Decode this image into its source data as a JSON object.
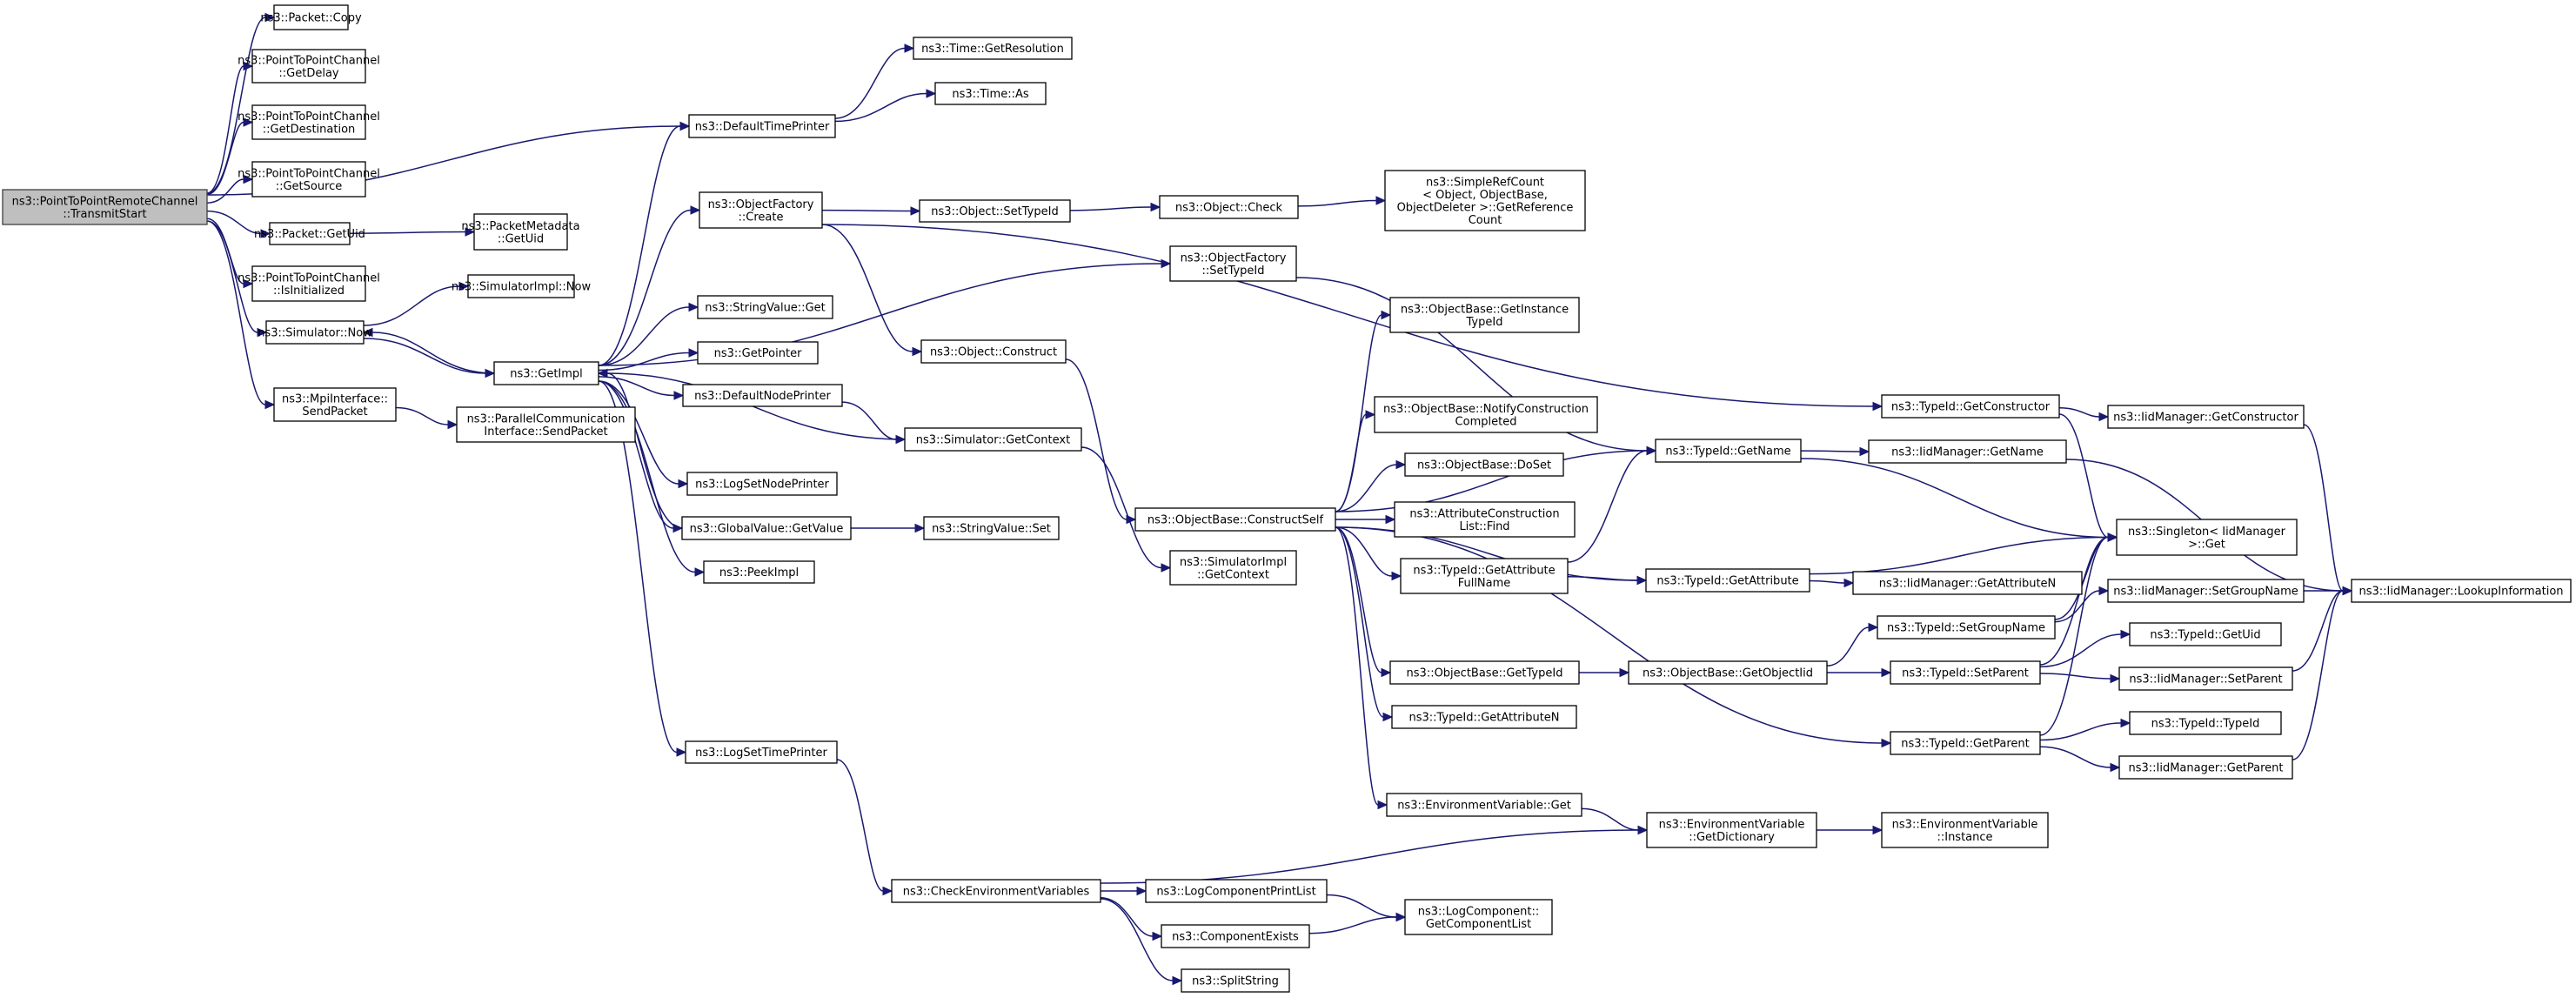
{
  "graph": {
    "edge_color": "#191970",
    "root_fill": "#bfbfbf",
    "nodes": [
      {
        "id": "root",
        "lines": [
          "ns3::PointToPointRemoteChannel",
          "::TransmitStart"
        ],
        "root": true
      },
      {
        "id": "pkt_copy",
        "lines": [
          "ns3::Packet::Copy"
        ]
      },
      {
        "id": "p2p_delay",
        "lines": [
          "ns3::PointToPointChannel",
          "::GetDelay"
        ]
      },
      {
        "id": "p2p_dest",
        "lines": [
          "ns3::PointToPointChannel",
          "::GetDestination"
        ]
      },
      {
        "id": "p2p_src",
        "lines": [
          "ns3::PointToPointChannel",
          "::GetSource"
        ]
      },
      {
        "id": "pkt_uid",
        "lines": [
          "ns3::Packet::GetUid"
        ]
      },
      {
        "id": "pmeta_uid",
        "lines": [
          "ns3::PacketMetadata",
          "::GetUid"
        ]
      },
      {
        "id": "p2p_init",
        "lines": [
          "ns3::PointToPointChannel",
          "::IsInitialized"
        ]
      },
      {
        "id": "simimpl_now",
        "lines": [
          "ns3::SimulatorImpl::Now"
        ]
      },
      {
        "id": "sim_now",
        "lines": [
          "ns3::Simulator::Now"
        ]
      },
      {
        "id": "mpi_send",
        "lines": [
          "ns3::MpiInterface::",
          "SendPacket"
        ]
      },
      {
        "id": "pci_send",
        "lines": [
          "ns3::ParallelCommunication",
          "Interface::SendPacket"
        ]
      },
      {
        "id": "getimpl",
        "lines": [
          "ns3::GetImpl"
        ]
      },
      {
        "id": "deftime",
        "lines": [
          "ns3::DefaultTimePrinter"
        ]
      },
      {
        "id": "time_res",
        "lines": [
          "ns3::Time::GetResolution"
        ]
      },
      {
        "id": "time_as",
        "lines": [
          "ns3::Time::As"
        ]
      },
      {
        "id": "objfac_create",
        "lines": [
          "ns3::ObjectFactory",
          "::Create"
        ]
      },
      {
        "id": "strval_get",
        "lines": [
          "ns3::StringValue::Get"
        ]
      },
      {
        "id": "getpointer",
        "lines": [
          "ns3::GetPointer"
        ]
      },
      {
        "id": "defnode",
        "lines": [
          "ns3::DefaultNodePrinter"
        ]
      },
      {
        "id": "logsetnode",
        "lines": [
          "ns3::LogSetNodePrinter"
        ]
      },
      {
        "id": "globval_get",
        "lines": [
          "ns3::GlobalValue::GetValue"
        ]
      },
      {
        "id": "peekimpl",
        "lines": [
          "ns3::PeekImpl"
        ]
      },
      {
        "id": "logsettime",
        "lines": [
          "ns3::LogSetTimePrinter"
        ]
      },
      {
        "id": "obj_settid",
        "lines": [
          "ns3::Object::SetTypeId"
        ]
      },
      {
        "id": "obj_construct",
        "lines": [
          "ns3::Object::Construct"
        ]
      },
      {
        "id": "sim_getctx",
        "lines": [
          "ns3::Simulator::GetContext"
        ]
      },
      {
        "id": "strval_set",
        "lines": [
          "ns3::StringValue::Set"
        ]
      },
      {
        "id": "checkenv",
        "lines": [
          "ns3::CheckEnvironmentVariables"
        ]
      },
      {
        "id": "obj_check",
        "lines": [
          "ns3::Object::Check"
        ]
      },
      {
        "id": "simplerefcount",
        "lines": [
          "ns3::SimpleRefCount",
          "< Object, ObjectBase,",
          "ObjectDeleter >::GetReference",
          "Count"
        ]
      },
      {
        "id": "objfac_settid",
        "lines": [
          "ns3::ObjectFactory",
          "::SetTypeId"
        ]
      },
      {
        "id": "objbase_cs",
        "lines": [
          "ns3::ObjectBase::ConstructSelf"
        ]
      },
      {
        "id": "simimpl_getctx",
        "lines": [
          "ns3::SimulatorImpl",
          "::GetContext"
        ]
      },
      {
        "id": "logcomp_print",
        "lines": [
          "ns3::LogComponentPrintList"
        ]
      },
      {
        "id": "compexists",
        "lines": [
          "ns3::ComponentExists"
        ]
      },
      {
        "id": "splitstring",
        "lines": [
          "ns3::SplitString"
        ]
      },
      {
        "id": "ob_getinst",
        "lines": [
          "ns3::ObjectBase::GetInstance",
          "TypeId"
        ]
      },
      {
        "id": "ob_notify",
        "lines": [
          "ns3::ObjectBase::NotifyConstruction",
          "Completed"
        ]
      },
      {
        "id": "ob_doset",
        "lines": [
          "ns3::ObjectBase::DoSet"
        ]
      },
      {
        "id": "acl_find",
        "lines": [
          "ns3::AttributeConstruction",
          "List::Find"
        ]
      },
      {
        "id": "tid_getattrfull",
        "lines": [
          "ns3::TypeId::GetAttribute",
          "FullName"
        ]
      },
      {
        "id": "ob_gettid",
        "lines": [
          "ns3::ObjectBase::GetTypeId"
        ]
      },
      {
        "id": "tid_getattrn",
        "lines": [
          "ns3::TypeId::GetAttributeN"
        ]
      },
      {
        "id": "envvar_get",
        "lines": [
          "ns3::EnvironmentVariable::Get"
        ]
      },
      {
        "id": "logcomp_getlist",
        "lines": [
          "ns3::LogComponent::",
          "GetComponentList"
        ]
      },
      {
        "id": "tid_getname",
        "lines": [
          "ns3::TypeId::GetName"
        ]
      },
      {
        "id": "tid_getattr",
        "lines": [
          "ns3::TypeId::GetAttribute"
        ]
      },
      {
        "id": "ob_getobjiid",
        "lines": [
          "ns3::ObjectBase::GetObjectIid"
        ]
      },
      {
        "id": "envvar_getdict",
        "lines": [
          "ns3::EnvironmentVariable",
          "::GetDictionary"
        ]
      },
      {
        "id": "tid_getctor",
        "lines": [
          "ns3::TypeId::GetConstructor"
        ]
      },
      {
        "id": "tid_setgroup",
        "lines": [
          "ns3::TypeId::SetGroupName"
        ]
      },
      {
        "id": "tid_setparent",
        "lines": [
          "ns3::TypeId::SetParent"
        ]
      },
      {
        "id": "tid_getparent",
        "lines": [
          "ns3::TypeId::GetParent"
        ]
      },
      {
        "id": "iid_getctor",
        "lines": [
          "ns3::IidManager::GetConstructor"
        ]
      },
      {
        "id": "iid_getname",
        "lines": [
          "ns3::IidManager::GetName"
        ]
      },
      {
        "id": "singleton_get",
        "lines": [
          "ns3::Singleton< IidManager",
          ">::Get"
        ]
      },
      {
        "id": "iid_getattrn",
        "lines": [
          "ns3::IidManager::GetAttributeN"
        ]
      },
      {
        "id": "iid_setgroup",
        "lines": [
          "ns3::IidManager::SetGroupName"
        ]
      },
      {
        "id": "tid_getuid",
        "lines": [
          "ns3::TypeId::GetUid"
        ]
      },
      {
        "id": "iid_setparent",
        "lines": [
          "ns3::IidManager::SetParent"
        ]
      },
      {
        "id": "tid_tid",
        "lines": [
          "ns3::TypeId::TypeId"
        ]
      },
      {
        "id": "iid_getparent",
        "lines": [
          "ns3::IidManager::GetParent"
        ]
      },
      {
        "id": "envvar_instance",
        "lines": [
          "ns3::EnvironmentVariable",
          "::Instance"
        ]
      },
      {
        "id": "iid_lookup",
        "lines": [
          "ns3::IidManager::LookupInformation"
        ]
      }
    ]
  }
}
